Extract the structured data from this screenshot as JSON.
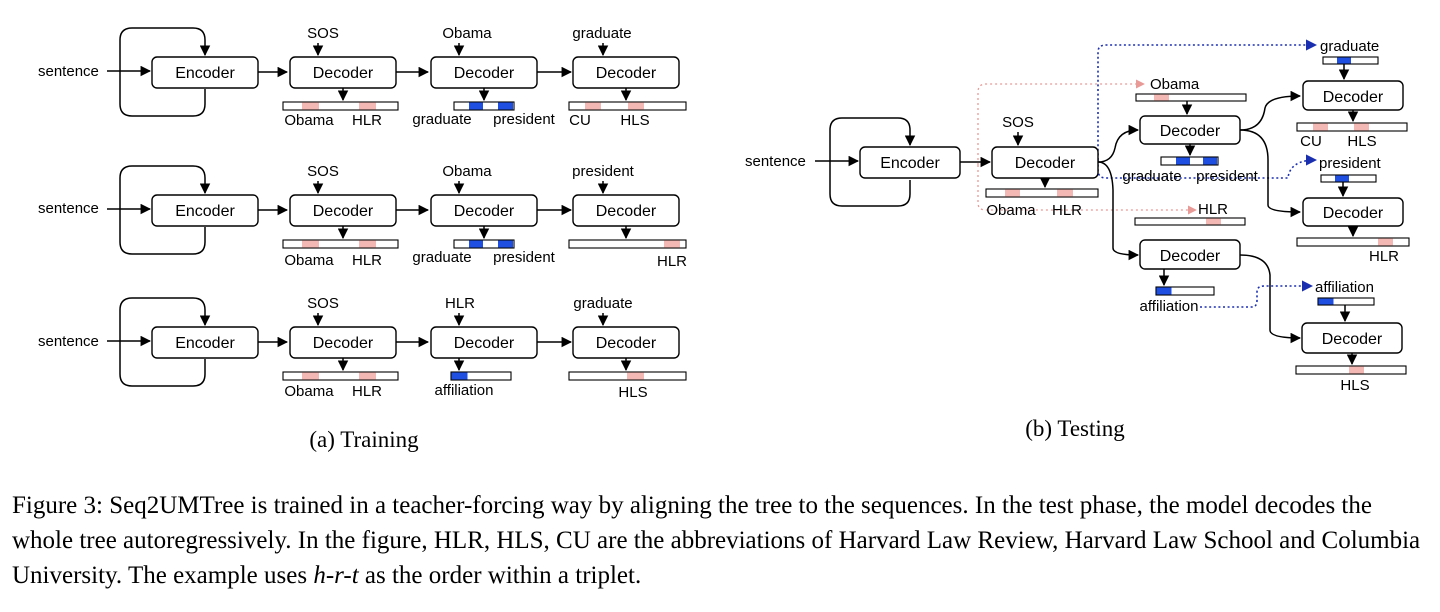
{
  "training": {
    "subcaption": "(a) Training",
    "rows": [
      {
        "input": "sentence",
        "encoder": "Encoder",
        "steps": [
          {
            "top": "SOS",
            "decoder": "Decoder",
            "outputs": [
              "Obama",
              "HLR"
            ]
          },
          {
            "top": "Obama",
            "decoder": "Decoder",
            "outputs": [
              "graduate",
              "president"
            ]
          },
          {
            "top": "graduate",
            "decoder": "Decoder",
            "outputs": [
              "CU",
              "HLS"
            ]
          }
        ]
      },
      {
        "input": "sentence",
        "encoder": "Encoder",
        "steps": [
          {
            "top": "SOS",
            "decoder": "Decoder",
            "outputs": [
              "Obama",
              "HLR"
            ]
          },
          {
            "top": "Obama",
            "decoder": "Decoder",
            "outputs": [
              "graduate",
              "president"
            ]
          },
          {
            "top": "president",
            "decoder": "Decoder",
            "outputs": [
              "HLR"
            ]
          }
        ]
      },
      {
        "input": "sentence",
        "encoder": "Encoder",
        "steps": [
          {
            "top": "SOS",
            "decoder": "Decoder",
            "outputs": [
              "Obama",
              "HLR"
            ]
          },
          {
            "top": "HLR",
            "decoder": "Decoder",
            "outputs": [
              "affiliation"
            ]
          },
          {
            "top": "graduate",
            "decoder": "Decoder",
            "outputs": [
              "HLS"
            ]
          }
        ]
      }
    ]
  },
  "testing": {
    "subcaption": "(b) Testing",
    "input": "sentence",
    "encoder": "Encoder",
    "decoder": "Decoder",
    "tokens": {
      "sos": "SOS",
      "obama": "Obama",
      "hlr": "HLR",
      "graduate": "graduate",
      "president": "president",
      "affiliation": "affiliation",
      "cu": "CU",
      "hls": "HLS"
    }
  },
  "caption": {
    "text_main": "Figure 3: Seq2UMTree is trained in a teacher-forcing way by aligning the tree to the sequences. In the test phase, the model decodes the whole tree autoregressively. In the figure, HLR, HLS, CU are the abbreviations of Harvard Law Review, Harvard Law School and Columbia University. The example uses ",
    "order_formula": "h-r-t",
    "text_end": " as the order within a triplet."
  },
  "colors": {
    "head_slot": "#f4b8b4",
    "relation_slot": "#1f4fe0",
    "pink_link": "#e89a96",
    "blue_link": "#1a2fb0"
  }
}
